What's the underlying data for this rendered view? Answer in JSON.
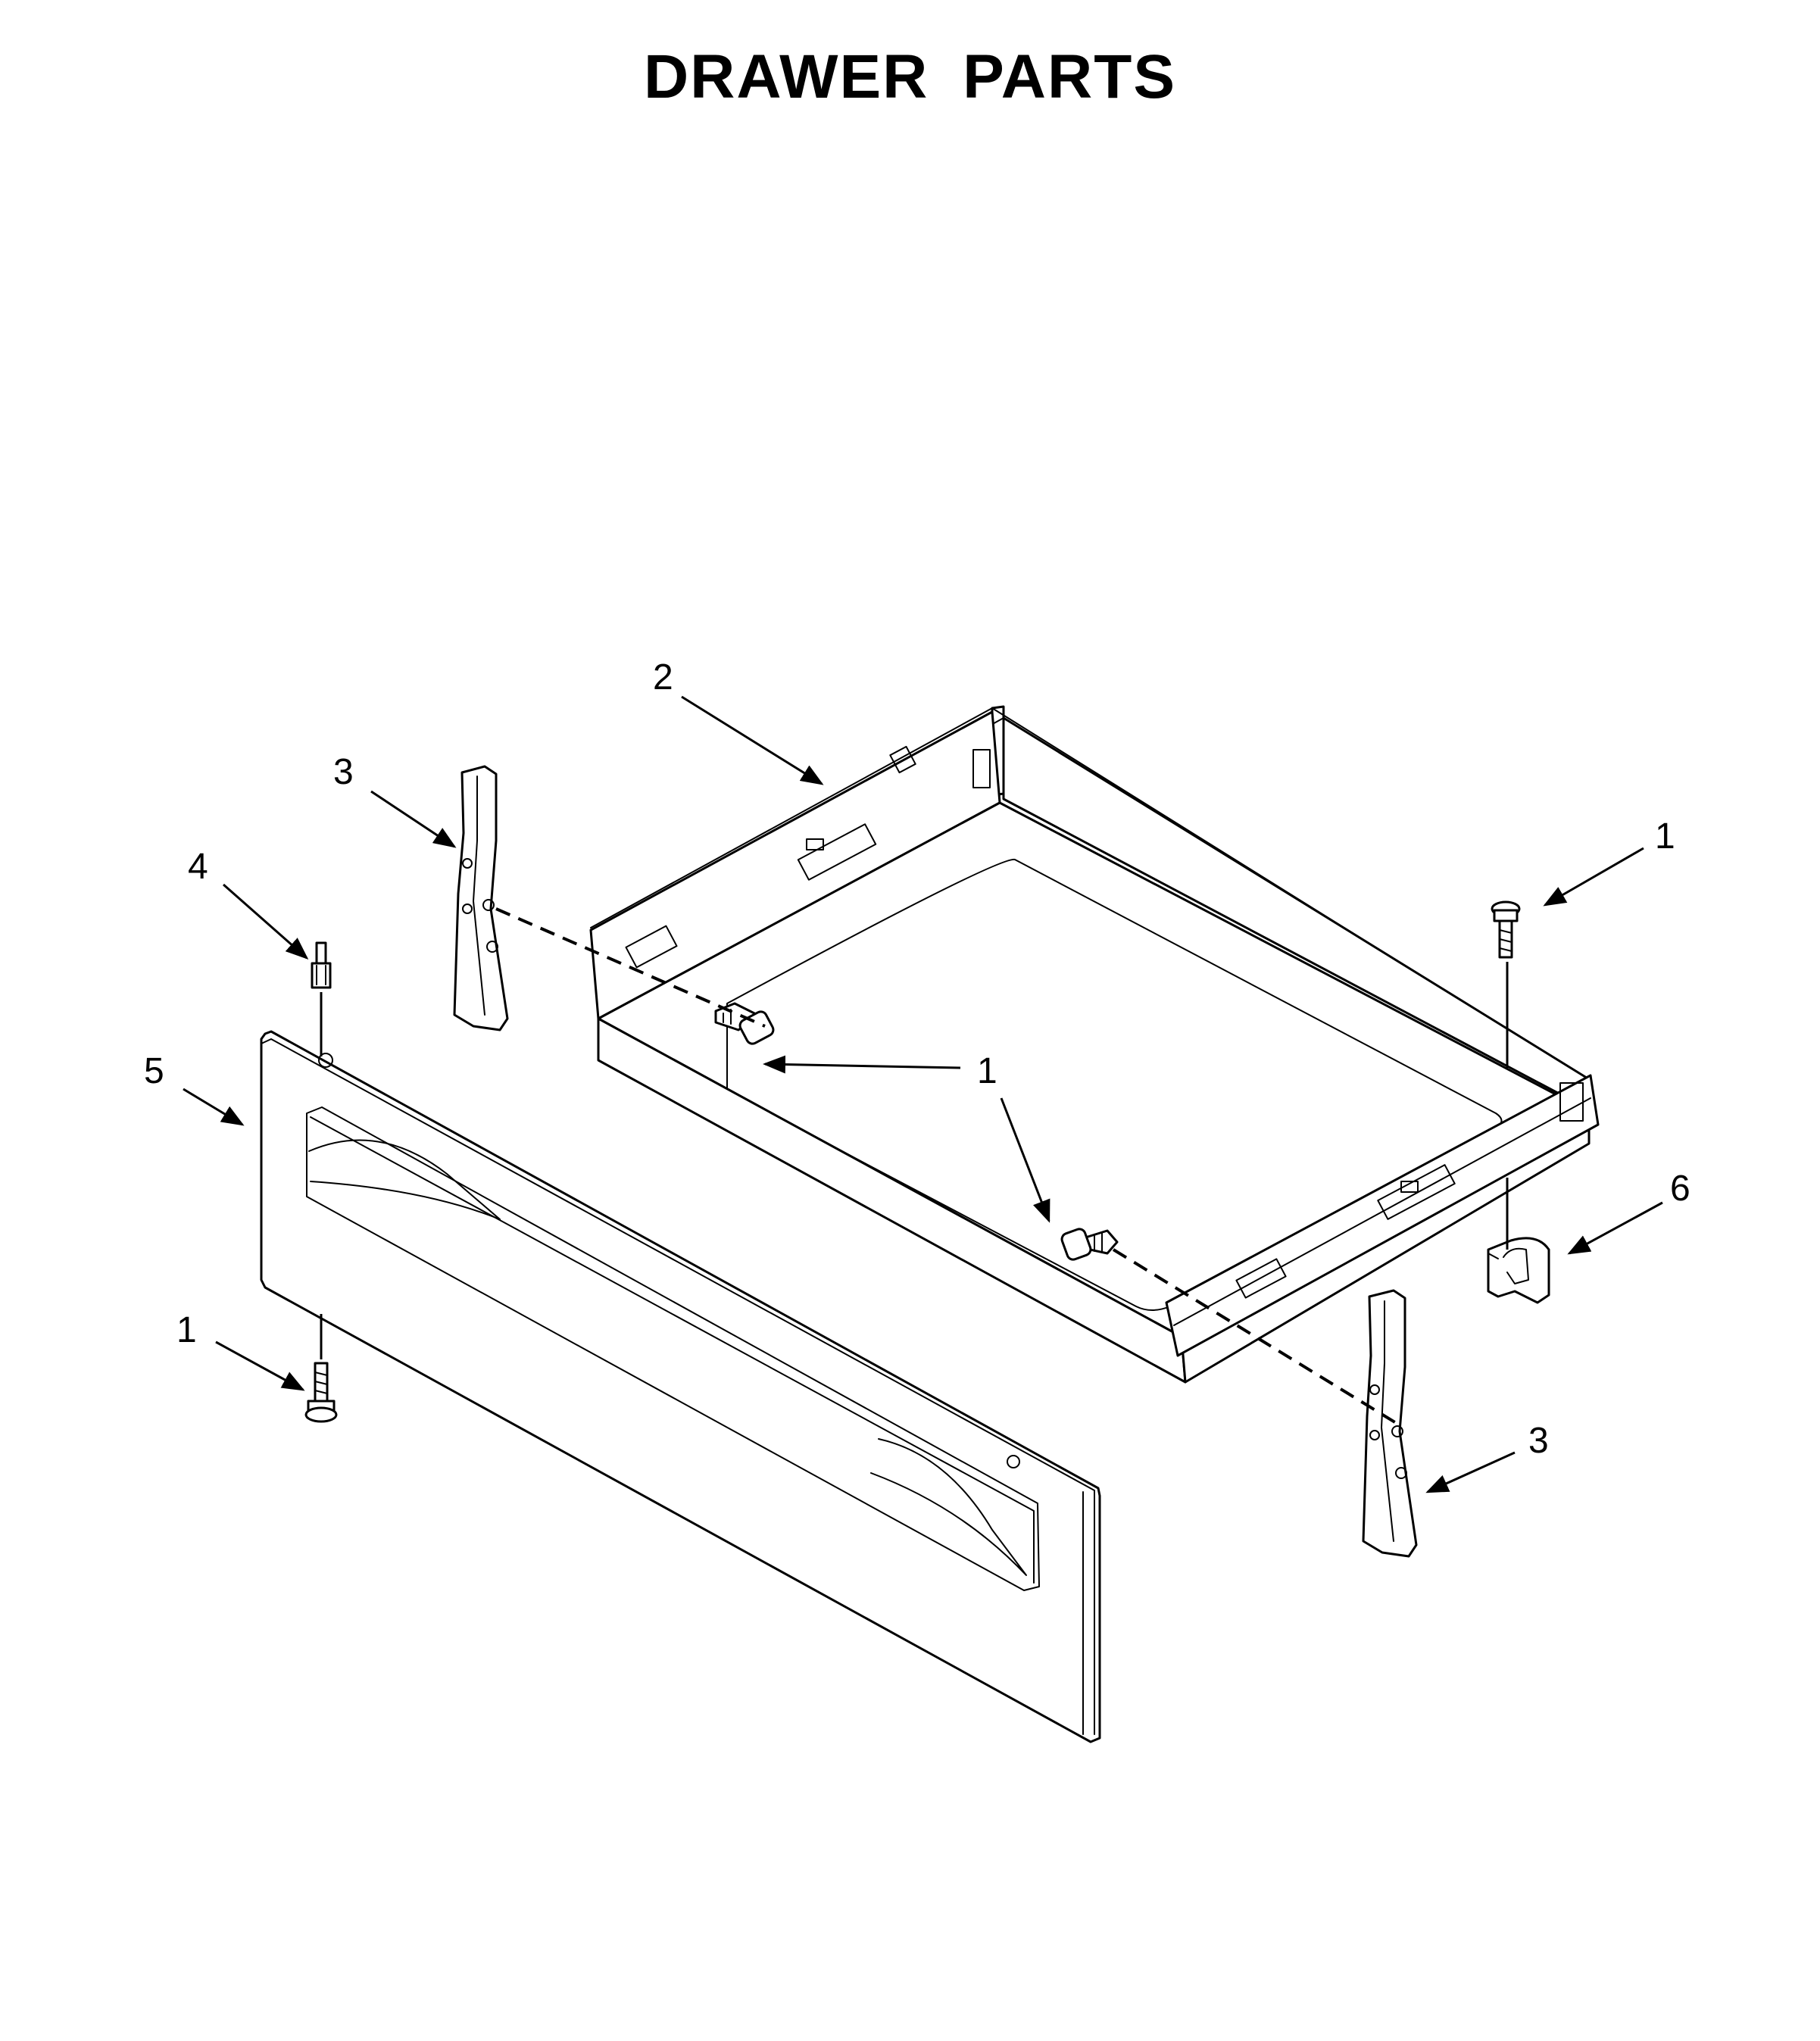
{
  "title": "DRAWER PARTS",
  "callouts": {
    "c1_top_right": "1",
    "c1_center": "1",
    "c1_bottom_left": "1",
    "c2": "2",
    "c3_left": "3",
    "c3_right": "3",
    "c4": "4",
    "c5": "5",
    "c6": "6"
  }
}
